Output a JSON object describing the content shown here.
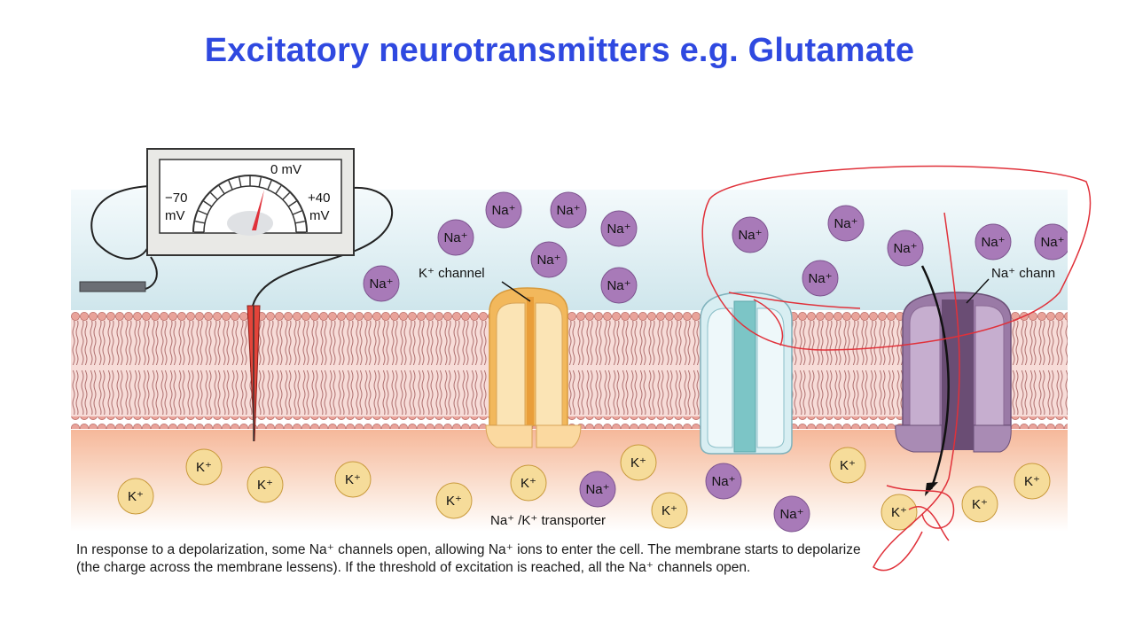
{
  "title": "Excitatory neurotransmitters e.g. Glutamate",
  "meter": {
    "zero_label": "0 mV",
    "left_value": "−70",
    "left_unit": "mV",
    "right_value": "+40",
    "right_unit": "mV"
  },
  "labels": {
    "k_channel": "K⁺ channel",
    "na_channel": "Na⁺ chann",
    "transporter": "Na⁺ /K⁺ transporter"
  },
  "ions": {
    "sodium_label": "Na⁺",
    "potassium_label": "K⁺"
  },
  "caption_line1": "In response to a depolarization, some Na⁺ channels open, allowing Na⁺ ions to enter the cell. The membrane starts to depolarize",
  "caption_line2": "(the charge across the membrane lessens). If the threshold of excitation is reached, all the Na⁺ channels open.",
  "colors": {
    "title": "#2f49e0",
    "sodium_ion": "#a87ab8",
    "potassium_ion": "#f6dc9a",
    "annotation_ink": "#e0313a",
    "k_channel": "#f2b85c",
    "transporter": "#cfeaf0",
    "na_channel": "#9a7aa6"
  }
}
